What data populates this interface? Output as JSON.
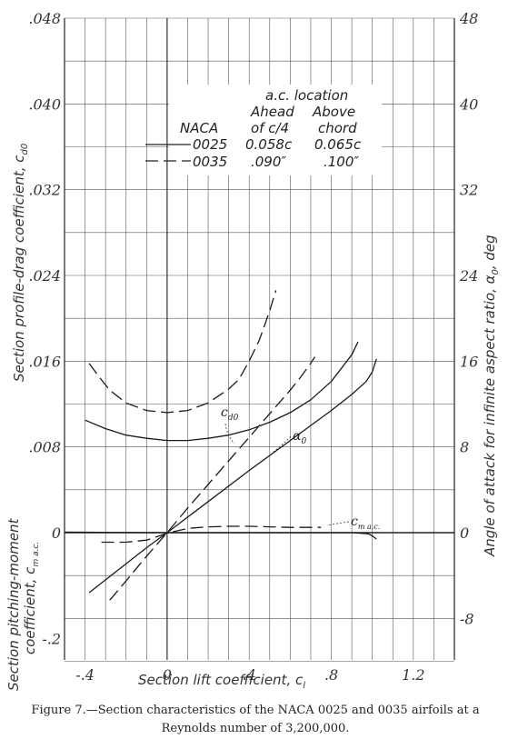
{
  "chart_data": {
    "type": "line",
    "xlabel": "Section lift coefficient, c",
    "xlabel_sub": "l",
    "x_ticks": [
      "-.4",
      "0",
      ".4",
      ".8",
      "1.2"
    ],
    "xlim": [
      -0.5,
      1.4
    ],
    "left_axis_top": {
      "label": "Section profile-drag coefficient, c",
      "label_sub": "d0",
      "ticks": [
        ".048",
        ".040",
        ".032",
        ".024",
        ".016",
        ".008",
        "0"
      ],
      "ylim": [
        0,
        0.048
      ]
    },
    "left_axis_bottom": {
      "label_line1": "Section pitching-moment",
      "label_line2": "coefficient, c",
      "label_sub": "m a.c.",
      "ticks": [
        "0",
        "-.2"
      ],
      "ylim": [
        -0.24,
        0
      ]
    },
    "right_axis": {
      "label": "Angle of attack for infinite aspect ratio, α",
      "label_sub": "0",
      "label_unit": ", deg",
      "ticks": [
        "48",
        "40",
        "32",
        "24",
        "16",
        "8",
        "0",
        "-8"
      ],
      "ylim": [
        -12,
        48
      ]
    },
    "legend": {
      "title": "a.c. location",
      "col_headers_1": [
        "Ahead",
        "Above"
      ],
      "col_headers_2": [
        "NACA",
        "of c/4",
        "chord"
      ],
      "rows": [
        {
          "style": "solid",
          "naca": "0025",
          "ahead": "0.058c",
          "above": "0.065c"
        },
        {
          "style": "dashed",
          "naca": "0035",
          "ahead": ".090″",
          "above": ".100″"
        }
      ]
    },
    "annotations": {
      "cd0": "c",
      "cd0_sub": "d0",
      "alpha0": "α",
      "alpha0_sub": "0",
      "cmac": "c",
      "cmac_sub": "m a.c."
    },
    "series": [
      {
        "name": "0025",
        "quantity": "cd0",
        "style": "solid",
        "x": [
          -0.4,
          -0.3,
          -0.2,
          -0.1,
          0.0,
          0.1,
          0.2,
          0.3,
          0.4,
          0.5,
          0.6,
          0.7,
          0.8,
          0.9,
          0.93
        ],
        "y": [
          0.0105,
          0.0097,
          0.0091,
          0.0088,
          0.0086,
          0.0086,
          0.0088,
          0.0091,
          0.0096,
          0.0103,
          0.0112,
          0.0124,
          0.0141,
          0.0166,
          0.0178
        ]
      },
      {
        "name": "0035",
        "quantity": "cd0",
        "style": "dashed",
        "x": [
          -0.38,
          -0.33,
          -0.28,
          -0.2,
          -0.1,
          0.0,
          0.1,
          0.2,
          0.3,
          0.35,
          0.4,
          0.45,
          0.5,
          0.53
        ],
        "y": [
          0.0158,
          0.0145,
          0.0133,
          0.0121,
          0.0114,
          0.0112,
          0.0114,
          0.0121,
          0.0134,
          0.0143,
          0.016,
          0.018,
          0.0207,
          0.0226
        ]
      },
      {
        "name": "0025",
        "quantity": "alpha0",
        "style": "solid",
        "x": [
          -0.38,
          -0.3,
          -0.2,
          -0.1,
          0.0,
          0.2,
          0.4,
          0.6,
          0.8,
          0.9,
          0.97,
          1.0,
          1.02
        ],
        "y": [
          -5.6,
          -4.4,
          -2.9,
          -1.4,
          0.0,
          2.9,
          5.8,
          8.6,
          11.4,
          12.9,
          14.1,
          15.0,
          16.2
        ]
      },
      {
        "name": "0035",
        "quantity": "alpha0",
        "style": "dashed",
        "x": [
          -0.28,
          -0.2,
          -0.1,
          0.0,
          0.1,
          0.2,
          0.3,
          0.4,
          0.5,
          0.6,
          0.65,
          0.7,
          0.72
        ],
        "y": [
          -6.3,
          -4.5,
          -2.2,
          0.0,
          2.3,
          4.5,
          6.7,
          8.9,
          11.1,
          13.3,
          14.5,
          15.8,
          16.4
        ]
      },
      {
        "name": "0025",
        "quantity": "cmac",
        "style": "solid",
        "x": [
          -0.5,
          -0.4,
          -0.2,
          0.0,
          0.2,
          0.4,
          0.6,
          0.8,
          0.9,
          0.98,
          1.0,
          1.02
        ],
        "y": [
          0.001,
          0.0008,
          0.0004,
          0.0,
          0.0,
          0.0,
          0.0,
          0.0,
          0.0,
          -0.002,
          -0.006,
          -0.012
        ]
      },
      {
        "name": "0035",
        "quantity": "cmac",
        "style": "dashed",
        "x": [
          -0.32,
          -0.2,
          -0.1,
          0.0,
          0.1,
          0.2,
          0.3,
          0.4,
          0.5,
          0.6,
          0.7,
          0.75
        ],
        "y": [
          -0.018,
          -0.018,
          -0.014,
          -0.001,
          0.008,
          0.011,
          0.012,
          0.012,
          0.011,
          0.01,
          0.01,
          0.01
        ]
      }
    ]
  },
  "caption": {
    "line1": "Figure 7.—Section characteristics of the NACA 0025 and 0035 airfoils at a",
    "line2": "Reynolds number of 3,200,000."
  }
}
